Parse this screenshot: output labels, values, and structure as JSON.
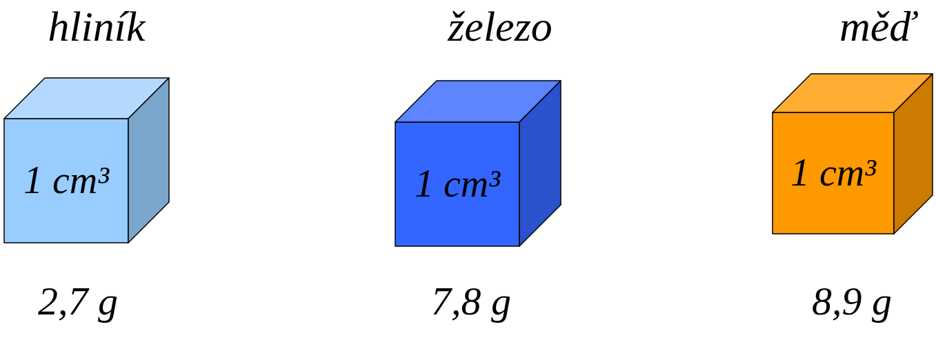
{
  "diagram": {
    "nodes": [
      {
        "text": [
          "hliník",
          "1 cm³"
        ]
      },
      {
        "text": [
          "železo",
          "1 cm³"
        ]
      },
      {
        "text": [
          "měď",
          "1 cm³"
        ]
      }
    ],
    "labels": [
      "2,7 g",
      "7,8 g",
      "8,9 g"
    ]
  }
}
